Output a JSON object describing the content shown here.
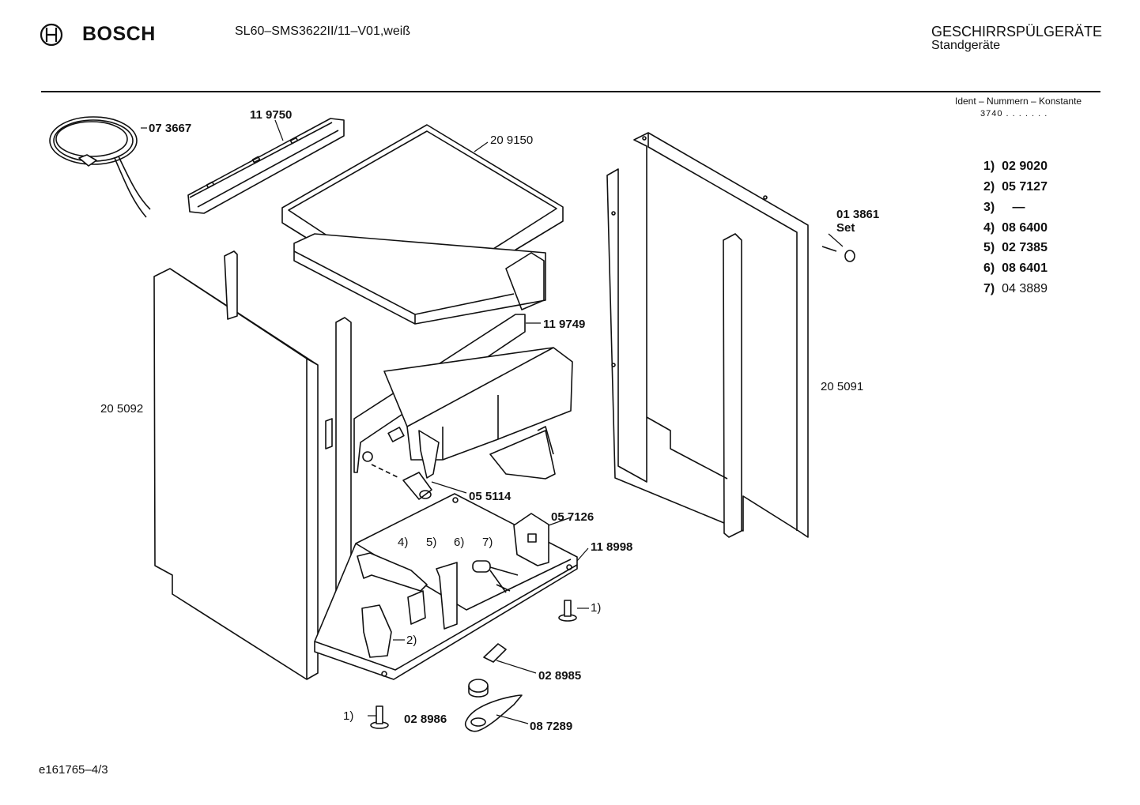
{
  "header": {
    "brand": "BOSCH",
    "model": "SL60–SMS3622II/11–V01,weiß",
    "category": "GESCHIRRSPÜLGERÄTE",
    "subcategory": "Standgeräte"
  },
  "ident": {
    "label": "Ident – Nummern – Konstante",
    "value": "3740 . . .  . . . ."
  },
  "legend": [
    {
      "key": "1)",
      "value": "02 9020"
    },
    {
      "key": "2)",
      "value": "05 7127"
    },
    {
      "key": "3)",
      "value": "—"
    },
    {
      "key": "4)",
      "value": "08 6400"
    },
    {
      "key": "5)",
      "value": "02 7385"
    },
    {
      "key": "6)",
      "value": "08 6401"
    },
    {
      "key": "7)",
      "value": "04 3889"
    }
  ],
  "parts": {
    "power_cord": "07 3667",
    "top_rail": "11 9750",
    "worktop": "20 9150",
    "side_panel_left": "20 5092",
    "side_panel_right": "20 5091",
    "rear_rail": "11 9749",
    "screw_set_num": "01 3861",
    "screw_set_word": "Set",
    "capacitor": "05 5114",
    "bracket": "05 7126",
    "base": "11 8998",
    "foot_right": "1)",
    "foot_left": "1)",
    "holder": "2)",
    "n4": "4)",
    "n5": "5)",
    "n6": "6)",
    "n7": "7)",
    "float_switch": "02 8985",
    "float": "02 8986",
    "float_housing": "08 7289"
  },
  "footer": {
    "code": "e161765–4/3"
  }
}
